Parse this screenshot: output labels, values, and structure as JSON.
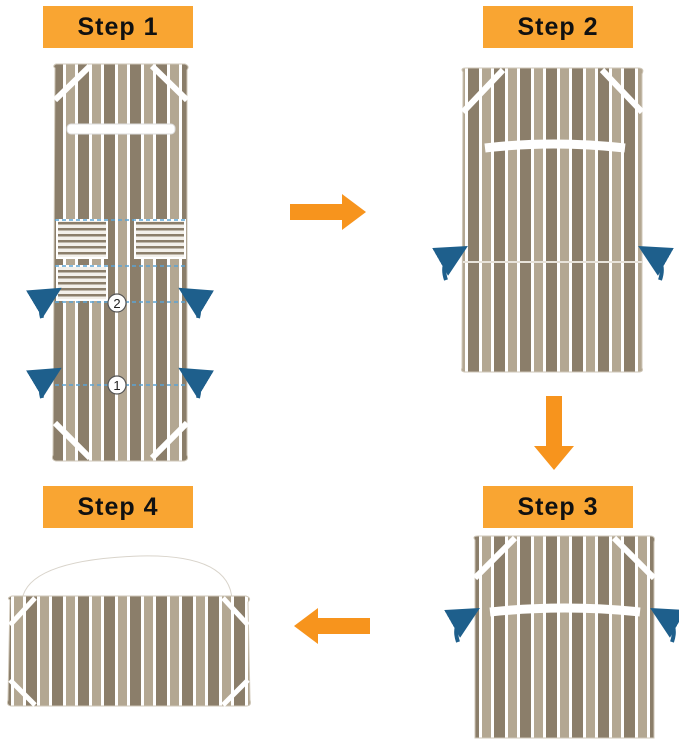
{
  "steps": [
    {
      "label": "Step 1"
    },
    {
      "label": "Step 2"
    },
    {
      "label": "Step 3"
    },
    {
      "label": "Step 4"
    }
  ],
  "fold_markers": [
    "1",
    "2"
  ],
  "colors": {
    "label_bg": "#F9A532",
    "arrow": "#F7941D",
    "fold_arrow": "#1E5F8C",
    "stripe_dark": "#8A7D6B",
    "stripe_light": "#B5A996",
    "fold_line": "#5BA4D4"
  }
}
